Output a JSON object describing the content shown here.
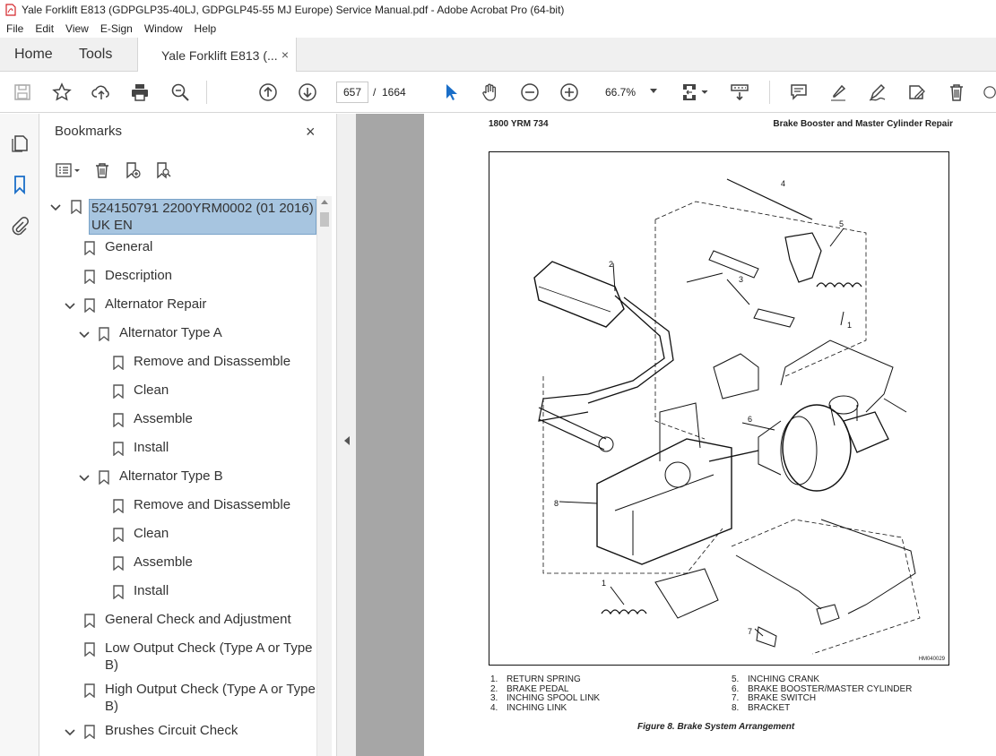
{
  "window": {
    "title": "Yale Forklift E813 (GDPGLP35-40LJ, GDPGLP45-55 MJ Europe) Service Manual.pdf - Adobe Acrobat Pro (64-bit)"
  },
  "menu": [
    "File",
    "Edit",
    "View",
    "E-Sign",
    "Window",
    "Help"
  ],
  "tabs": {
    "home": "Home",
    "tools": "Tools",
    "doc": "Yale Forklift E813 (...",
    "close": "×"
  },
  "toolbar": {
    "page_current": "657",
    "page_sep": "/",
    "page_total": "1664",
    "zoom": "66.7%"
  },
  "bookmarks": {
    "title": "Bookmarks",
    "close": "×",
    "items": [
      {
        "label": "524150791 2200YRM0002 (01 2016) UK EN",
        "level": 0,
        "expanded": true,
        "selected": true
      },
      {
        "label": "General",
        "level": 1
      },
      {
        "label": "Description",
        "level": 1
      },
      {
        "label": "Alternator Repair",
        "level": 1,
        "expanded": true
      },
      {
        "label": "Alternator Type A",
        "level": 2,
        "expanded": true
      },
      {
        "label": "Remove and Disassemble",
        "level": 3
      },
      {
        "label": "Clean",
        "level": 3
      },
      {
        "label": "Assemble",
        "level": 3
      },
      {
        "label": "Install",
        "level": 3
      },
      {
        "label": "Alternator Type B",
        "level": 2,
        "expanded": true
      },
      {
        "label": "Remove and Disassemble",
        "level": 3
      },
      {
        "label": "Clean",
        "level": 3
      },
      {
        "label": "Assemble",
        "level": 3
      },
      {
        "label": "Install",
        "level": 3
      },
      {
        "label": "General Check and Adjustment",
        "level": 1
      },
      {
        "label": "Low Output Check (Type A or Type B)",
        "level": 1
      },
      {
        "label": "High Output Check (Type A or Type B)",
        "level": 1
      },
      {
        "label": "Brushes Circuit Check",
        "level": 1,
        "expanded": true
      }
    ]
  },
  "document": {
    "header_left": "1800 YRM 734",
    "header_right": "Brake Booster and Master Cylinder Repair",
    "figure_id": "HM040029",
    "callouts": [
      "1",
      "2",
      "3",
      "4",
      "5",
      "6",
      "7",
      "8"
    ],
    "legend_left": [
      {
        "num": "1.",
        "text": "RETURN SPRING"
      },
      {
        "num": "2.",
        "text": "BRAKE PEDAL"
      },
      {
        "num": "3.",
        "text": "INCHING SPOOL LINK"
      },
      {
        "num": "4.",
        "text": "INCHING LINK"
      }
    ],
    "legend_right": [
      {
        "num": "5.",
        "text": "INCHING CRANK"
      },
      {
        "num": "6.",
        "text": "BRAKE BOOSTER/MASTER CYLINDER"
      },
      {
        "num": "7.",
        "text": "BRAKE SWITCH"
      },
      {
        "num": "8.",
        "text": "BRACKET"
      }
    ],
    "caption": "Figure 8.  Brake System Arrangement"
  },
  "colors": {
    "selection": "#a7c5e0",
    "accent_blue": "#1a6ec8",
    "pdf_red": "#d4252a"
  }
}
